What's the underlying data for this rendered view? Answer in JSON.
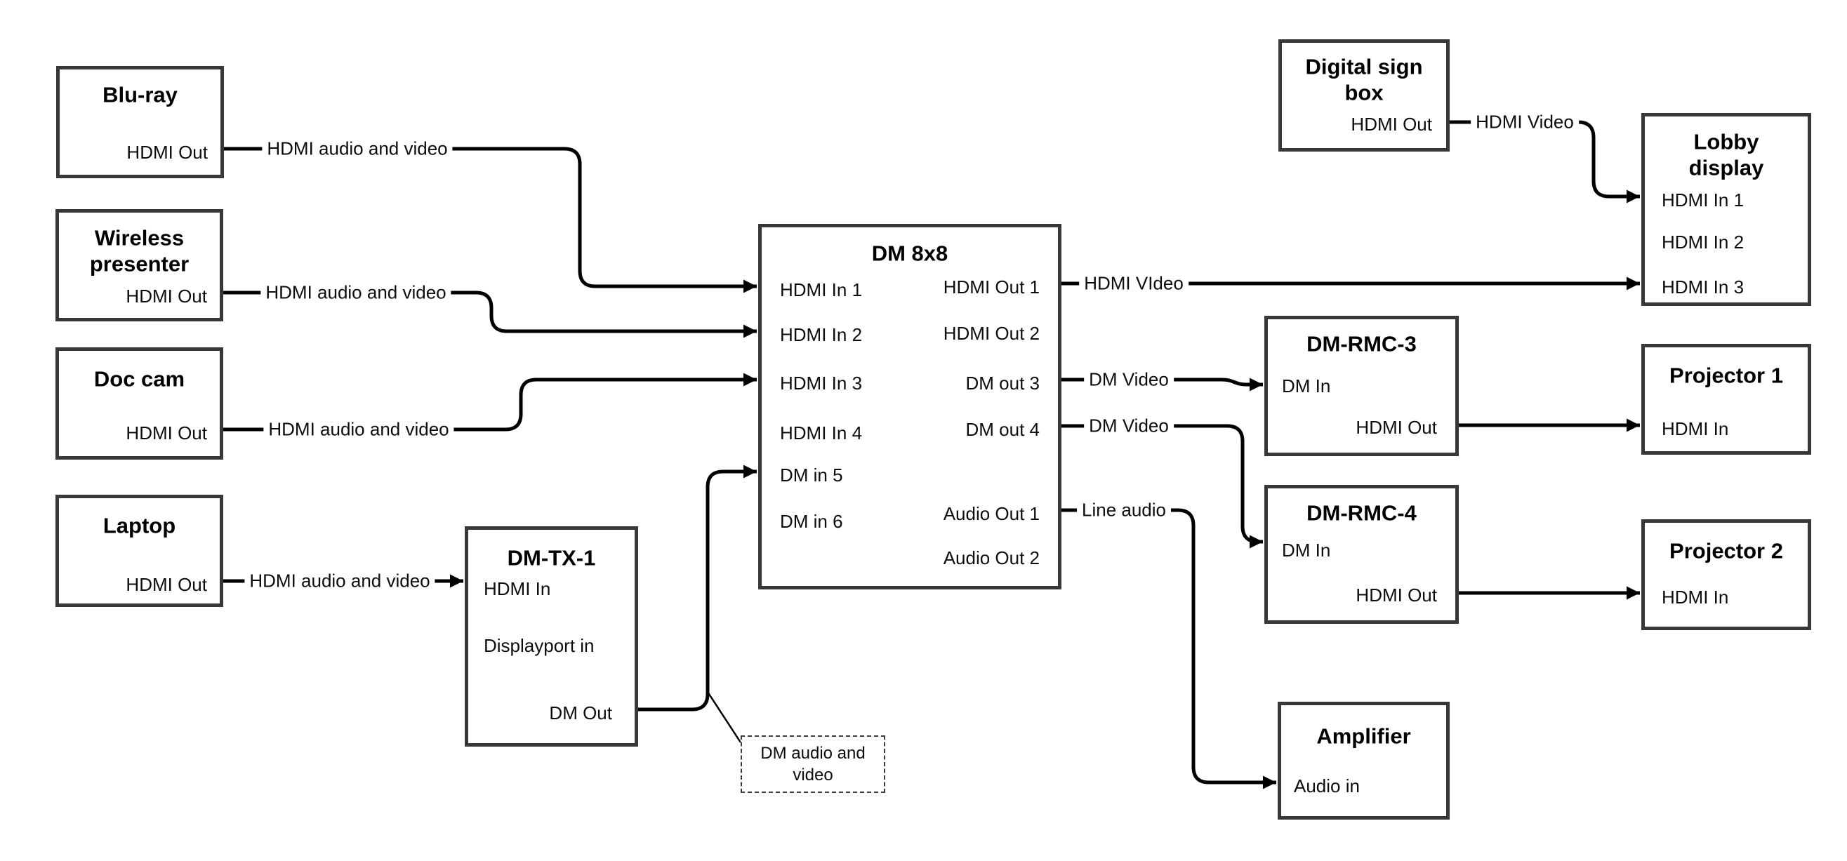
{
  "colors": {
    "wire": "#000000",
    "box_border": "#383838",
    "text": "#0d0d0d",
    "background": "#ffffff"
  },
  "nodes": {
    "bluray": {
      "title": "Blu-ray",
      "ports": {
        "out": "HDMI Out"
      }
    },
    "wireless": {
      "title": "Wireless presenter",
      "ports": {
        "out": "HDMI Out"
      }
    },
    "doccam": {
      "title": "Doc cam",
      "ports": {
        "out": "HDMI Out"
      }
    },
    "laptop": {
      "title": "Laptop",
      "ports": {
        "out": "HDMI Out"
      }
    },
    "dmtx1": {
      "title": "DM-TX-1",
      "ports": {
        "hdmi_in": "HDMI In",
        "dp_in": "Displayport in",
        "dm_out": "DM Out"
      }
    },
    "dm8x8": {
      "title": "DM 8x8",
      "ports": {
        "in1": "HDMI In 1",
        "in2": "HDMI In 2",
        "in3": "HDMI In 3",
        "in4": "HDMI In 4",
        "in5": "DM in 5",
        "in6": "DM in 6",
        "out1": "HDMI Out 1",
        "out2": "HDMI Out 2",
        "out3": "DM out 3",
        "out4": "DM out 4",
        "aout1": "Audio Out 1",
        "aout2": "Audio Out 2"
      }
    },
    "digitalsign": {
      "title": "Digital sign box",
      "ports": {
        "out": "HDMI Out"
      }
    },
    "lobby": {
      "title": "Lobby display",
      "ports": {
        "in1": "HDMI In 1",
        "in2": "HDMI In 2",
        "in3": "HDMI In 3"
      }
    },
    "dmrmc3": {
      "title": "DM-RMC-3",
      "ports": {
        "dm_in": "DM In",
        "hdmi_out": "HDMI Out"
      }
    },
    "proj1": {
      "title": "Projector 1",
      "ports": {
        "in": "HDMI In"
      }
    },
    "dmrmc4": {
      "title": "DM-RMC-4",
      "ports": {
        "dm_in": "DM In",
        "hdmi_out": "HDMI Out"
      }
    },
    "proj2": {
      "title": "Projector 2",
      "ports": {
        "in": "HDMI In"
      }
    },
    "amplifier": {
      "title": "Amplifier",
      "ports": {
        "in": "Audio in"
      }
    }
  },
  "edges": {
    "bluray_to_dm8x8_in1": {
      "label": "HDMI audio and video"
    },
    "wireless_to_dm8x8_in2": {
      "label": "HDMI audio and video"
    },
    "doccam_to_dm8x8_in3": {
      "label": "HDMI audio and video"
    },
    "laptop_to_dmtx1": {
      "label": "HDMI audio and video"
    },
    "dm8x8_out1_to_lobby": {
      "label": "HDMI VIdeo"
    },
    "dm8x8_out3_to_rmc3": {
      "label": "DM Video"
    },
    "dm8x8_out4_to_rmc4": {
      "label": "DM Video"
    },
    "dm8x8_aout1_to_amp": {
      "label": "Line audio"
    },
    "sign_to_lobby": {
      "label": "HDMI Video"
    }
  },
  "note": {
    "text": "DM audio and video"
  }
}
